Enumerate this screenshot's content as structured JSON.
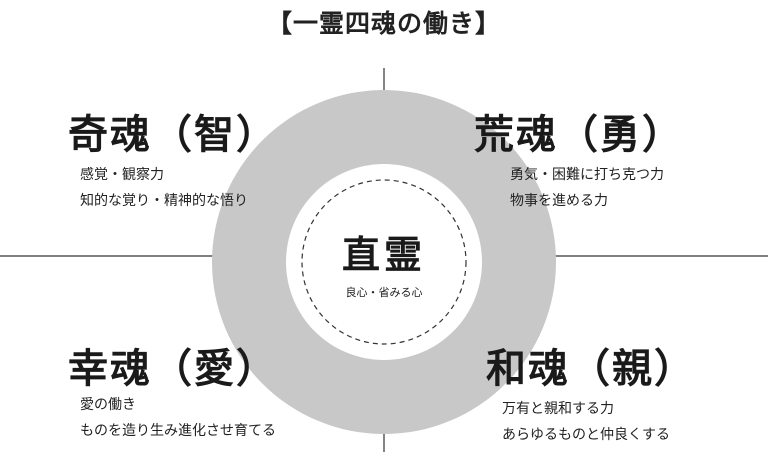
{
  "title": "【一霊四魂の働き】",
  "center": {
    "title": "直霊",
    "subtitle": "良心・省みる心"
  },
  "quadrants": {
    "top_left": {
      "title": "奇魂（智）",
      "lines": [
        "感覚・観察力",
        "知的な覚り・精神的な悟り"
      ]
    },
    "top_right": {
      "title": "荒魂（勇）",
      "lines": [
        "勇気・困難に打ち克つ力",
        "物事を進める力"
      ]
    },
    "bottom_left": {
      "title": "幸魂（愛）",
      "lines": [
        "愛の働き",
        "ものを造り生み進化させ育てる"
      ]
    },
    "bottom_right": {
      "title": "和魂（親）",
      "lines": [
        "万有と親和する力",
        "あらゆるものと仲良くする"
      ]
    }
  },
  "colors": {
    "ring": "#c8c8c8",
    "inner_circle": "#ffffff",
    "lines": "#333333",
    "text": "#1a1a1a"
  }
}
